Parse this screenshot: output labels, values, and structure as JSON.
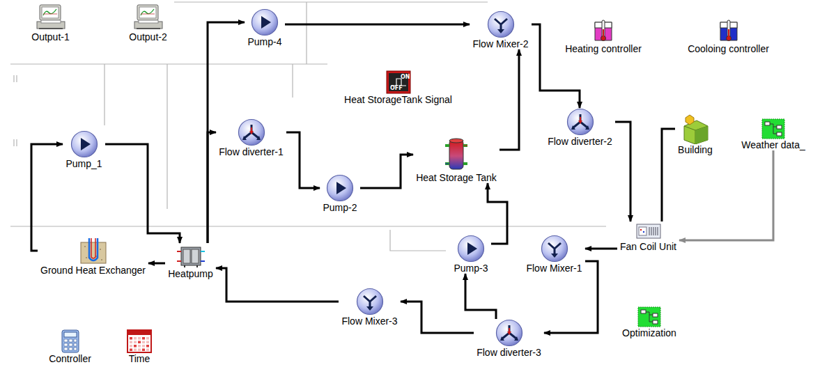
{
  "diagram": {
    "nodes": [
      {
        "text": [
          "Output-1"
        ]
      },
      {
        "text": [
          "Output-2"
        ]
      },
      {
        "text": [
          "Pump-4"
        ]
      },
      {
        "text": [
          "Flow Mixer-2"
        ]
      },
      {
        "text": [
          "Heating controller"
        ]
      },
      {
        "text": [
          "Cooloing controller"
        ]
      },
      {
        "text": [
          "Heat StorageTank Signal"
        ]
      },
      {
        "text": [
          "Flow diverter-1"
        ]
      },
      {
        "text": [
          "Flow diverter-2"
        ]
      },
      {
        "text": [
          "Building"
        ]
      },
      {
        "text": [
          "Weather data_"
        ]
      },
      {
        "text": [
          "Pump_1"
        ]
      },
      {
        "text": [
          "Heat Storage Tank"
        ]
      },
      {
        "text": [
          "Pump-2"
        ]
      },
      {
        "text": [
          "Fan Coil Unit"
        ]
      },
      {
        "text": [
          "Ground Heat Exchanger"
        ]
      },
      {
        "text": [
          "Heatpump"
        ]
      },
      {
        "text": [
          "Pump-3"
        ]
      },
      {
        "text": [
          "Flow Mixer-1"
        ]
      },
      {
        "text": [
          "Flow Mixer-3"
        ]
      },
      {
        "text": [
          "Flow diverter-3"
        ]
      },
      {
        "text": [
          "Optimization"
        ]
      },
      {
        "text": [
          "Controller"
        ]
      },
      {
        "text": [
          "Time"
        ]
      }
    ],
    "edges": [
      {
        "from": 15,
        "to": 11,
        "arrow": "to"
      },
      {
        "from": 11,
        "to": 16,
        "arrow": "to"
      },
      {
        "from": 16,
        "to": 15,
        "arrow": "to"
      },
      {
        "from": 16,
        "to": 2,
        "arrow": "to"
      },
      {
        "from": 16,
        "to": 7,
        "arrow": "to"
      },
      {
        "from": 2,
        "to": 3,
        "arrow": "to"
      },
      {
        "from": 7,
        "to": 13,
        "arrow": "to"
      },
      {
        "from": 13,
        "to": 12,
        "arrow": "to"
      },
      {
        "from": 12,
        "to": 3,
        "arrow": "to"
      },
      {
        "from": 3,
        "to": 8,
        "arrow": "to"
      },
      {
        "from": 8,
        "to": 14,
        "arrow": "to"
      },
      {
        "from": 9,
        "to": 14,
        "arrow": "none"
      },
      {
        "from": 14,
        "to": 18,
        "arrow": "to"
      },
      {
        "from": 18,
        "to": 20,
        "arrow": "to"
      },
      {
        "from": 20,
        "to": 19,
        "arrow": "to"
      },
      {
        "from": 20,
        "to": 17,
        "arrow": "to"
      },
      {
        "from": 17,
        "to": 12,
        "arrow": "to"
      },
      {
        "from": 19,
        "to": 16,
        "arrow": "to"
      },
      {
        "from": 10,
        "to": 14,
        "arrow": "to"
      }
    ],
    "labels": [
      "ON",
      "OFF"
    ]
  }
}
